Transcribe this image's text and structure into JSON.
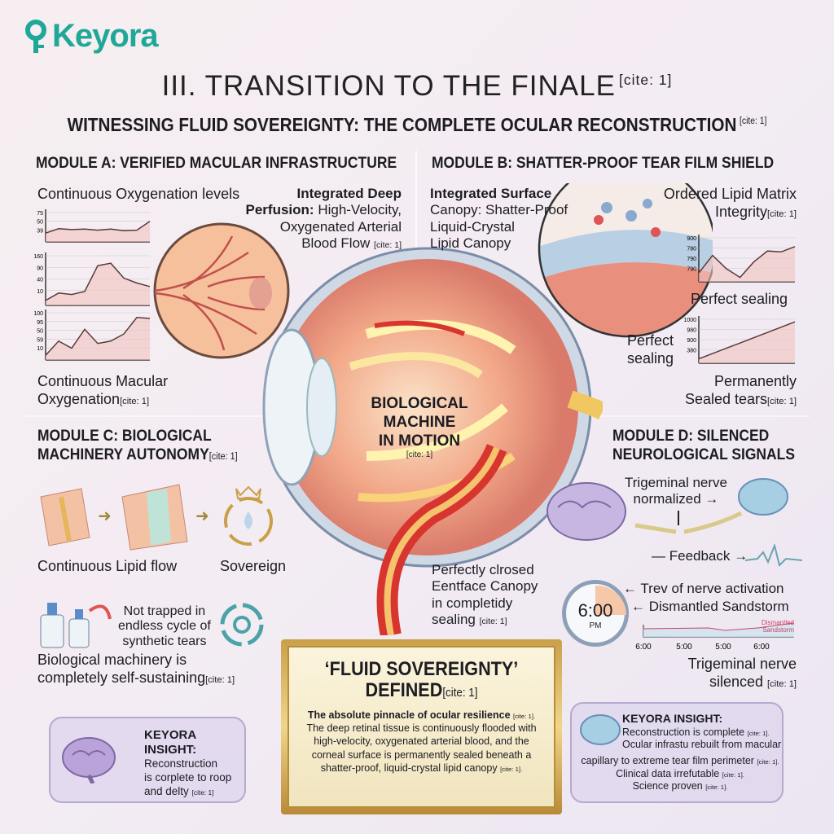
{
  "logo": "Keyora",
  "title": "III. TRANSITION TO THE FINALE",
  "title_cite": "[cite: 1]",
  "subtitle": "WITNESSING FLUID SOVEREIGNTY: THE COMPLETE OCULAR RECONSTRUCTION",
  "subtitle_cite": "[cite: 1]",
  "colors": {
    "brand": "#1fa898",
    "gold": "#c9a04a",
    "vessel": "#d9534f",
    "panel": "#dfd6ee"
  },
  "moduleA": {
    "heading": "MODULE A: VERIFIED MACULAR INFRASTRUCTURE",
    "chart_label": "Continuous Oxygenation levels",
    "charts": [
      {
        "ticks": [
          "75",
          "50",
          "39"
        ],
        "values": [
          30,
          45,
          42,
          44,
          40,
          44,
          38,
          40,
          70
        ]
      },
      {
        "ticks": [
          "160",
          "90",
          "40",
          "10"
        ],
        "values": [
          10,
          25,
          22,
          28,
          80,
          85,
          55,
          45,
          38
        ]
      },
      {
        "ticks": [
          "100",
          "95",
          "50",
          "59",
          "10"
        ],
        "values": [
          10,
          40,
          25,
          65,
          35,
          40,
          55,
          90,
          88
        ]
      }
    ],
    "caption_line1": "Continuous Macular",
    "caption_line2": "Oxygenation",
    "caption_cite": "[cite: 1]",
    "callout_line1": "Integrated Deep",
    "callout_bold": "Perfusion:",
    "callout_line2": "High-Velocity,",
    "callout_line3": "Oxygenated Arterial",
    "callout_line4": "Blood Flow",
    "callout_cite": "[cite: 1]"
  },
  "moduleB": {
    "heading": "MODULE B: SHATTER-PROOF TEAR FILM SHIELD",
    "callout_line1": "Integrated Surface",
    "callout_line2": "Canopy: Shatter-Proof",
    "callout_line3": "Liquid-Crystal",
    "callout_line4": "Lipid Canopy",
    "matrix_line1": "Ordered Lipid Matrix",
    "matrix_line2": "Integrity",
    "matrix_cite": "[cite: 1]",
    "charts": [
      {
        "ticks": [
          "900",
          "780",
          "790",
          "790"
        ],
        "values": [
          20,
          60,
          30,
          10,
          45,
          70,
          68,
          80
        ]
      },
      {
        "ticks": [
          "1000",
          "980",
          "900",
          "380"
        ],
        "values": [
          10,
          22,
          34,
          46,
          58,
          70,
          82,
          94
        ]
      }
    ],
    "sealing_right": "Perfect sealing",
    "sealing_left_1": "Perfect",
    "sealing_left_2": "sealing",
    "caption_line1": "Permanently",
    "caption_line2": "Sealed tears",
    "caption_cite": "[cite: 1]"
  },
  "center": {
    "line1": "BIOLOGICAL",
    "line2": "MACHINE",
    "line3": "IN MOTION",
    "cite": "[cite: 1]",
    "canopy_line1": "Perfectly clrosed",
    "canopy_line2": "Eentface Canopy",
    "canopy_line3": "in completidy",
    "canopy_line4": "sealing",
    "canopy_cite": "[cite: 1]"
  },
  "moduleC": {
    "heading_line1": "MODULE C: BIOLOGICAL",
    "heading_line2": "MACHINERY AUTONOMY",
    "heading_cite": "[cite: 1]",
    "flow_label": "Continuous Lipid flow",
    "sovereign_label": "Sovereign",
    "trap_line1": "Not trapped in",
    "trap_line2": "endless cycle of",
    "trap_line3": "synthetic tears",
    "self_line1": "Biological machinery is",
    "self_line2": "completely self-sustaining",
    "self_cite": "[cite: 1]"
  },
  "insight_left": {
    "title": "KEYORA INSIGHT:",
    "line1": "Reconstruction",
    "line2": "is corplete to roop",
    "line3": "and delty",
    "cite": "[cite: 1]"
  },
  "definition": {
    "title_line1": "‘FLUID SOVEREIGNTY’",
    "title_line2": "DEFINED",
    "title_cite": "[cite: 1]",
    "lead": "The absolute pinnacle of ocular resilience",
    "lead_cite": "[cite: 1].",
    "body": "The deep retinal tissue is continuously flooded with high-velocity, oxygenated arterial blood, and the corneal surface is permanently sealed beneath a shatter-proof, liquid-crystal lipid canopy",
    "body_cite": "[cite: 1]."
  },
  "moduleD": {
    "heading_line1": "MODULE D: SILENCED",
    "heading_line2": "NEUROLOGICAL SIGNALS",
    "normalized_line1": "Trigeminal nerve",
    "normalized_line2": "normalized",
    "feedback": "Feedback",
    "trev": "Trev of nerve activation",
    "dismantled": "Dismantled Sandstorm",
    "clock_time": "6:00",
    "clock_ampm": "PM",
    "timeline_ticks": [
      "6:00",
      "5:00",
      "5:00",
      "6:00"
    ],
    "timeline_legend_1": "Dismantled",
    "timeline_legend_2": "Sandstorm",
    "silenced_line1": "Trigeminal nerve",
    "silenced_line2": "silenced",
    "silenced_cite": "[cite: 1]"
  },
  "insight_right": {
    "title": "KEYORA INSIGHT:",
    "l1": "Reconstruction is complete",
    "c1": "[cite: 1].",
    "l2": "Ocular infrastu rebuilt from macular",
    "l3": "capillary to extreme tear film perimeter",
    "c3": "[cite: 1].",
    "l4": "Clinical data irrefutable",
    "c4": "[cite: 1].",
    "l5": "Science proven",
    "c5": "[cite: 1]."
  }
}
